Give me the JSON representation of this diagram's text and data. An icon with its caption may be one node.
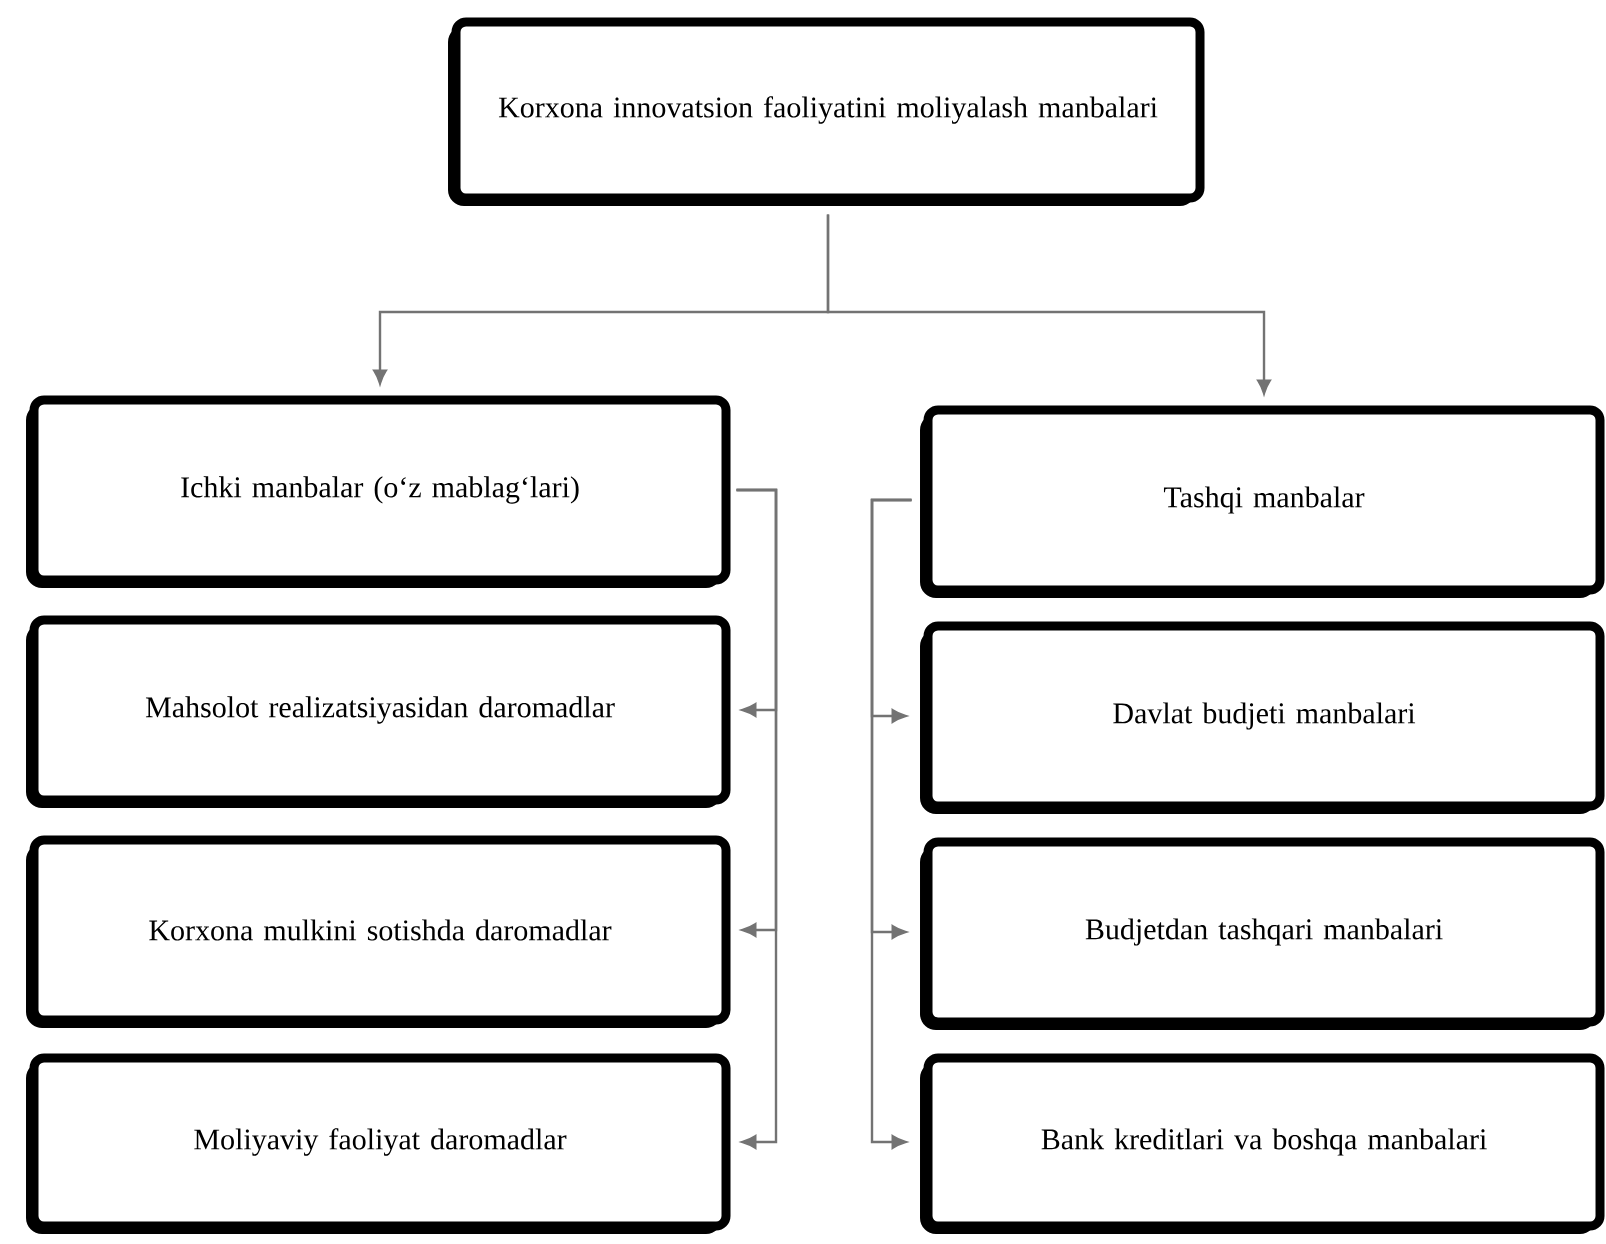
{
  "diagram": {
    "nodes": [
      {
        "text": [
          "Korxona innovatsion faoliyatini moliyalash manbalari"
        ]
      },
      {
        "text": [
          "Ichki manbalar (o‘z mablag‘lari)"
        ]
      },
      {
        "text": [
          "Mahsolot realizatsiyasidan daromadlar"
        ]
      },
      {
        "text": [
          "Korxona mulkini sotishda daromadlar"
        ]
      },
      {
        "text": [
          "Moliyaviy faoliyat daromadlar"
        ]
      },
      {
        "text": [
          "Tashqi manbalar"
        ]
      },
      {
        "text": [
          "Davlat budjeti manbalari"
        ]
      },
      {
        "text": [
          "Budjetdan tashqari manbalari"
        ]
      },
      {
        "text": [
          "Bank kreditlari va boshqa manbalari"
        ]
      }
    ],
    "edges": [
      {
        "from": 0,
        "to": 1,
        "arrow": "to"
      },
      {
        "from": 0,
        "to": 5,
        "arrow": "to"
      },
      {
        "from": 1,
        "to": 2,
        "arrow": "to"
      },
      {
        "from": 1,
        "to": 3,
        "arrow": "to"
      },
      {
        "from": 1,
        "to": 4,
        "arrow": "to"
      },
      {
        "from": 5,
        "to": 6,
        "arrow": "to"
      },
      {
        "from": 5,
        "to": 7,
        "arrow": "to"
      },
      {
        "from": 5,
        "to": 8,
        "arrow": "to"
      }
    ]
  }
}
